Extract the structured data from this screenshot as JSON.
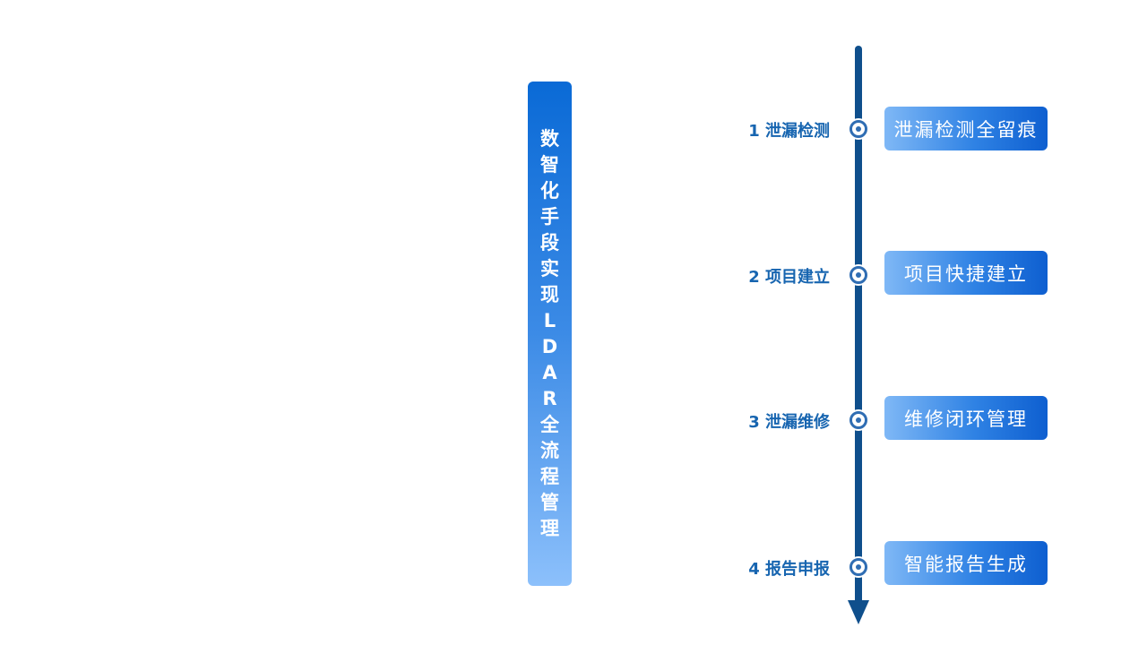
{
  "vertical_title": {
    "chars": [
      "数",
      "智",
      "化",
      "手",
      "段",
      "实",
      "现",
      "L",
      "D",
      "A",
      "R",
      "全",
      "流",
      "程",
      "管",
      "理"
    ],
    "full_text": "数智化手段实现LDAR全流程管理"
  },
  "timeline": {
    "axis_color": "#0f4f8c",
    "steps": [
      {
        "label": "1 泄漏检测",
        "box": "泄漏检测全留痕"
      },
      {
        "label": "2 项目建立",
        "box": "项目快捷建立"
      },
      {
        "label": "3 泄漏维修",
        "box": "维修闭环管理"
      },
      {
        "label": "4 报告申报",
        "box": "智能报告生成"
      }
    ]
  },
  "colors": {
    "label_text": "#1765b0",
    "node_ring": "#2f6db3",
    "bar_top": "#0a6ad6",
    "bar_bottom": "#8cc0fb"
  }
}
